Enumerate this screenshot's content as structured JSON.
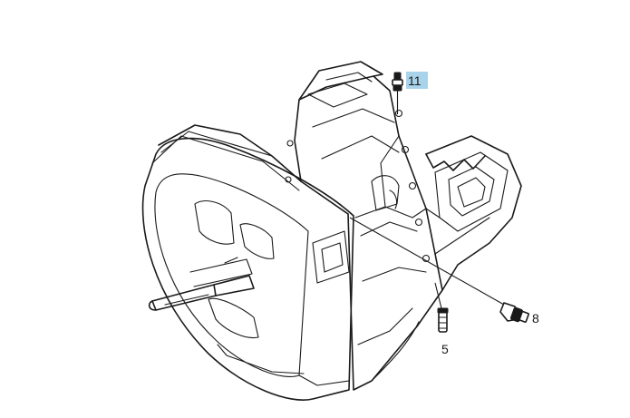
{
  "callouts": [
    {
      "id": "c11",
      "label": "11",
      "highlighted": true
    },
    {
      "id": "c8",
      "label": "8",
      "highlighted": false
    },
    {
      "id": "c5",
      "label": "5",
      "highlighted": false
    }
  ],
  "colors": {
    "ink": "#1a1a1a",
    "highlight": "#a9d3ea",
    "background": "#ffffff"
  }
}
